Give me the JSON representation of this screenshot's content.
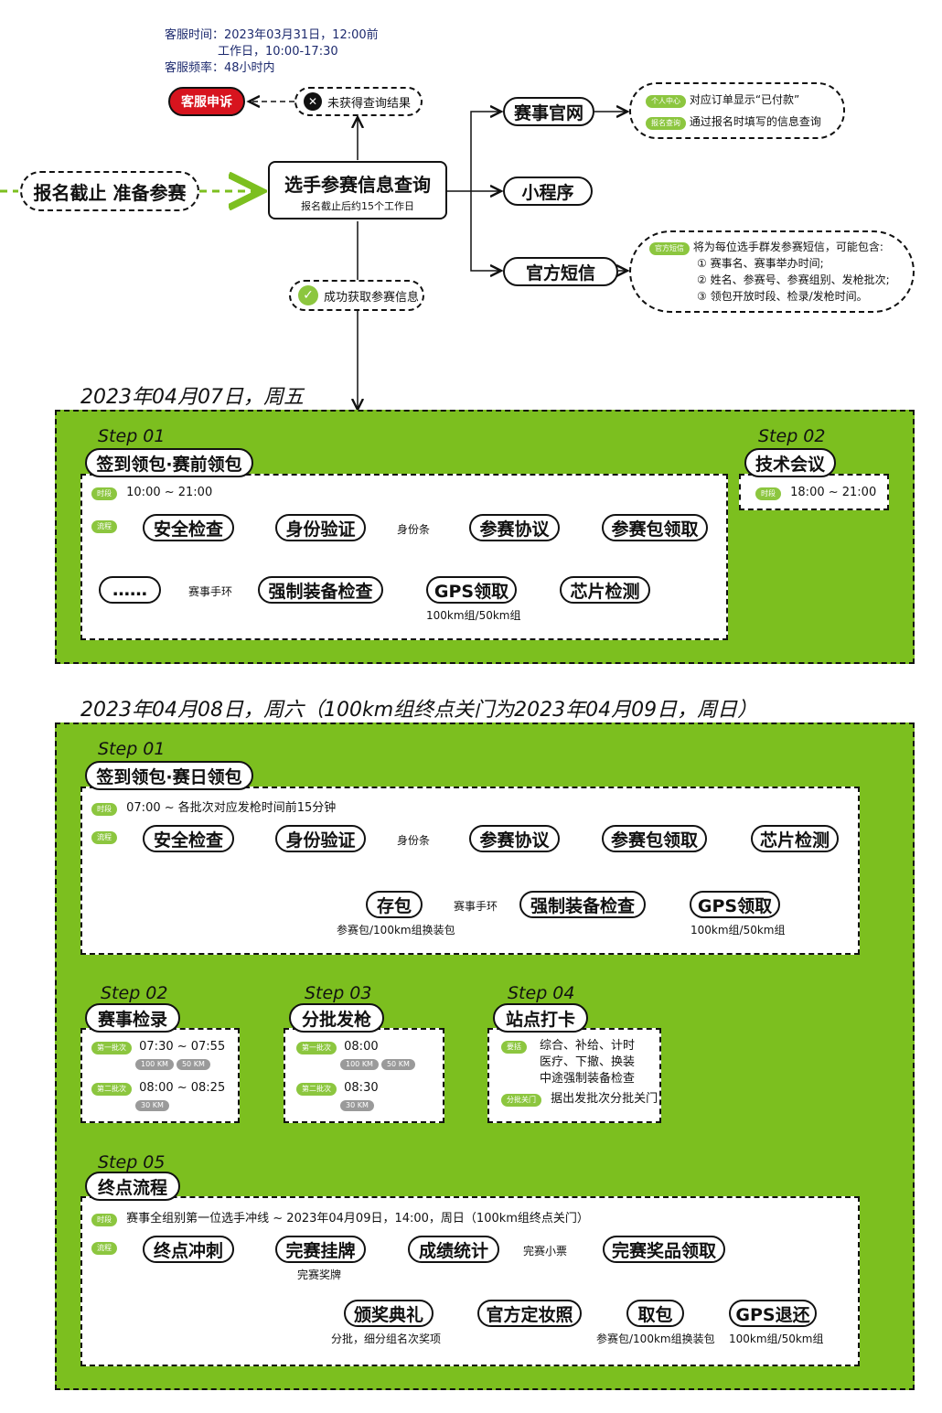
{
  "service": {
    "time_label": "客服时间：2023年03月31日，12:00前",
    "workday": "工作日，10:00-17:30",
    "freq_label": "客服频率：48小时内"
  },
  "top": {
    "complaint": "客服申诉",
    "no_result": "未获得查询结果",
    "entry": "报名截止 准备参赛",
    "query_title": "选手参赛信息查询",
    "query_sub": "报名截止后约15个工作日",
    "success": "成功获取参赛信息",
    "site": "赛事官网",
    "mini": "小程序",
    "sms": "官方短信",
    "site_tag1": "个人中心",
    "site_note1": "对应订单显示“已付款”",
    "site_tag2": "报名查询",
    "site_note2": "通过报名时填写的信息查询",
    "sms_tag": "官方短信",
    "sms_l1": "将为每位选手群发参赛短信，可能包含:",
    "sms_l2": "① 赛事名、赛事举办时间;",
    "sms_l3": "② 姓名、参赛号、参赛组别、发枪批次;",
    "sms_l4": "③ 领包开放时段、检录/发枪时间。"
  },
  "day1": {
    "date": "2023年04月07日，周五",
    "step1": "Step 01",
    "title1": "签到领包·赛前领包",
    "tag_time": "时段",
    "time": "10:00 ~ 21:00",
    "tag_flow": "流程",
    "n1": "安全检查",
    "n2": "身份验证",
    "lbl_id": "身份条",
    "n3": "参赛协议",
    "n4": "参赛包领取",
    "n5": "芯片检测",
    "n6": "GPS领取",
    "n6_sub": "100km组/50km组",
    "n7": "强制装备检查",
    "lbl_ring": "赛事手环",
    "n8": "……",
    "step2": "Step 02",
    "title2": "技术会议",
    "tag_time2": "时段",
    "time2": "18:00 ~ 21:00"
  },
  "day2": {
    "date": "2023年04月08日，周六（100km组终点关门为2023年04月09日，周日）",
    "step1": "Step 01",
    "title1": "签到领包·赛日领包",
    "tag_time": "时段",
    "time": "07:00 ~ 各批次对应发枪时间前15分钟",
    "tag_flow": "流程",
    "n1": "安全检查",
    "n2": "身份验证",
    "lbl_id": "身份条",
    "n3": "参赛协议",
    "n4": "参赛包领取",
    "n5": "芯片检测",
    "n6": "GPS领取",
    "n6_sub": "100km组/50km组",
    "n7": "强制装备检查",
    "lbl_ring": "赛事手环",
    "n8": "存包",
    "n8_sub": "参赛包/100km组换装包",
    "step2": "Step 02",
    "title2": "赛事检录",
    "b1": "第一批次",
    "b1_time": "07:30 ~ 07:55",
    "b1_t1": "100 KM",
    "b1_t2": "50 KM",
    "b2": "第二批次",
    "b2_time": "08:00 ~ 08:25",
    "b2_t1": "30 KM",
    "step3": "Step 03",
    "title3": "分批发枪",
    "c1": "第一批次",
    "c1_time": "08:00",
    "c1_t1": "100 KM",
    "c1_t2": "50 KM",
    "c2": "第二批次",
    "c2_time": "08:30",
    "c2_t1": "30 KM",
    "step4": "Step 04",
    "title4": "站点打卡",
    "d_tag1": "要括",
    "d_l1": "综合、补给、计时",
    "d_l2": "医疗、下撤、换装",
    "d_l3": "中途强制装备检查",
    "d_tag2": "分批关门",
    "d_l4": "据出发批次分批关门",
    "step5": "Step 05",
    "title5": "终点流程",
    "e_tag_time": "时段",
    "e_time": "赛事全组别第一位选手冲线 ~ 2023年04月09日，14:00，周日（100km组终点关门）",
    "e_tag_flow": "流程",
    "e1": "终点冲刺",
    "e2": "完赛挂牌",
    "e2_sub": "完赛奖牌",
    "e3": "成绩统计",
    "lbl_ticket": "完赛小票",
    "e4": "完赛奖品领取",
    "e5": "GPS退还",
    "e5_sub": "100km组/50km组",
    "e6": "取包",
    "e6_sub": "参赛包/100km组换装包",
    "e7": "官方定妆照",
    "e8": "颁奖典礼",
    "e8_sub": "分批，细分组名次奖项"
  },
  "colors": {
    "accent": "#7cbf1f",
    "tag": "#8cc63f",
    "alert": "#d7141e"
  }
}
